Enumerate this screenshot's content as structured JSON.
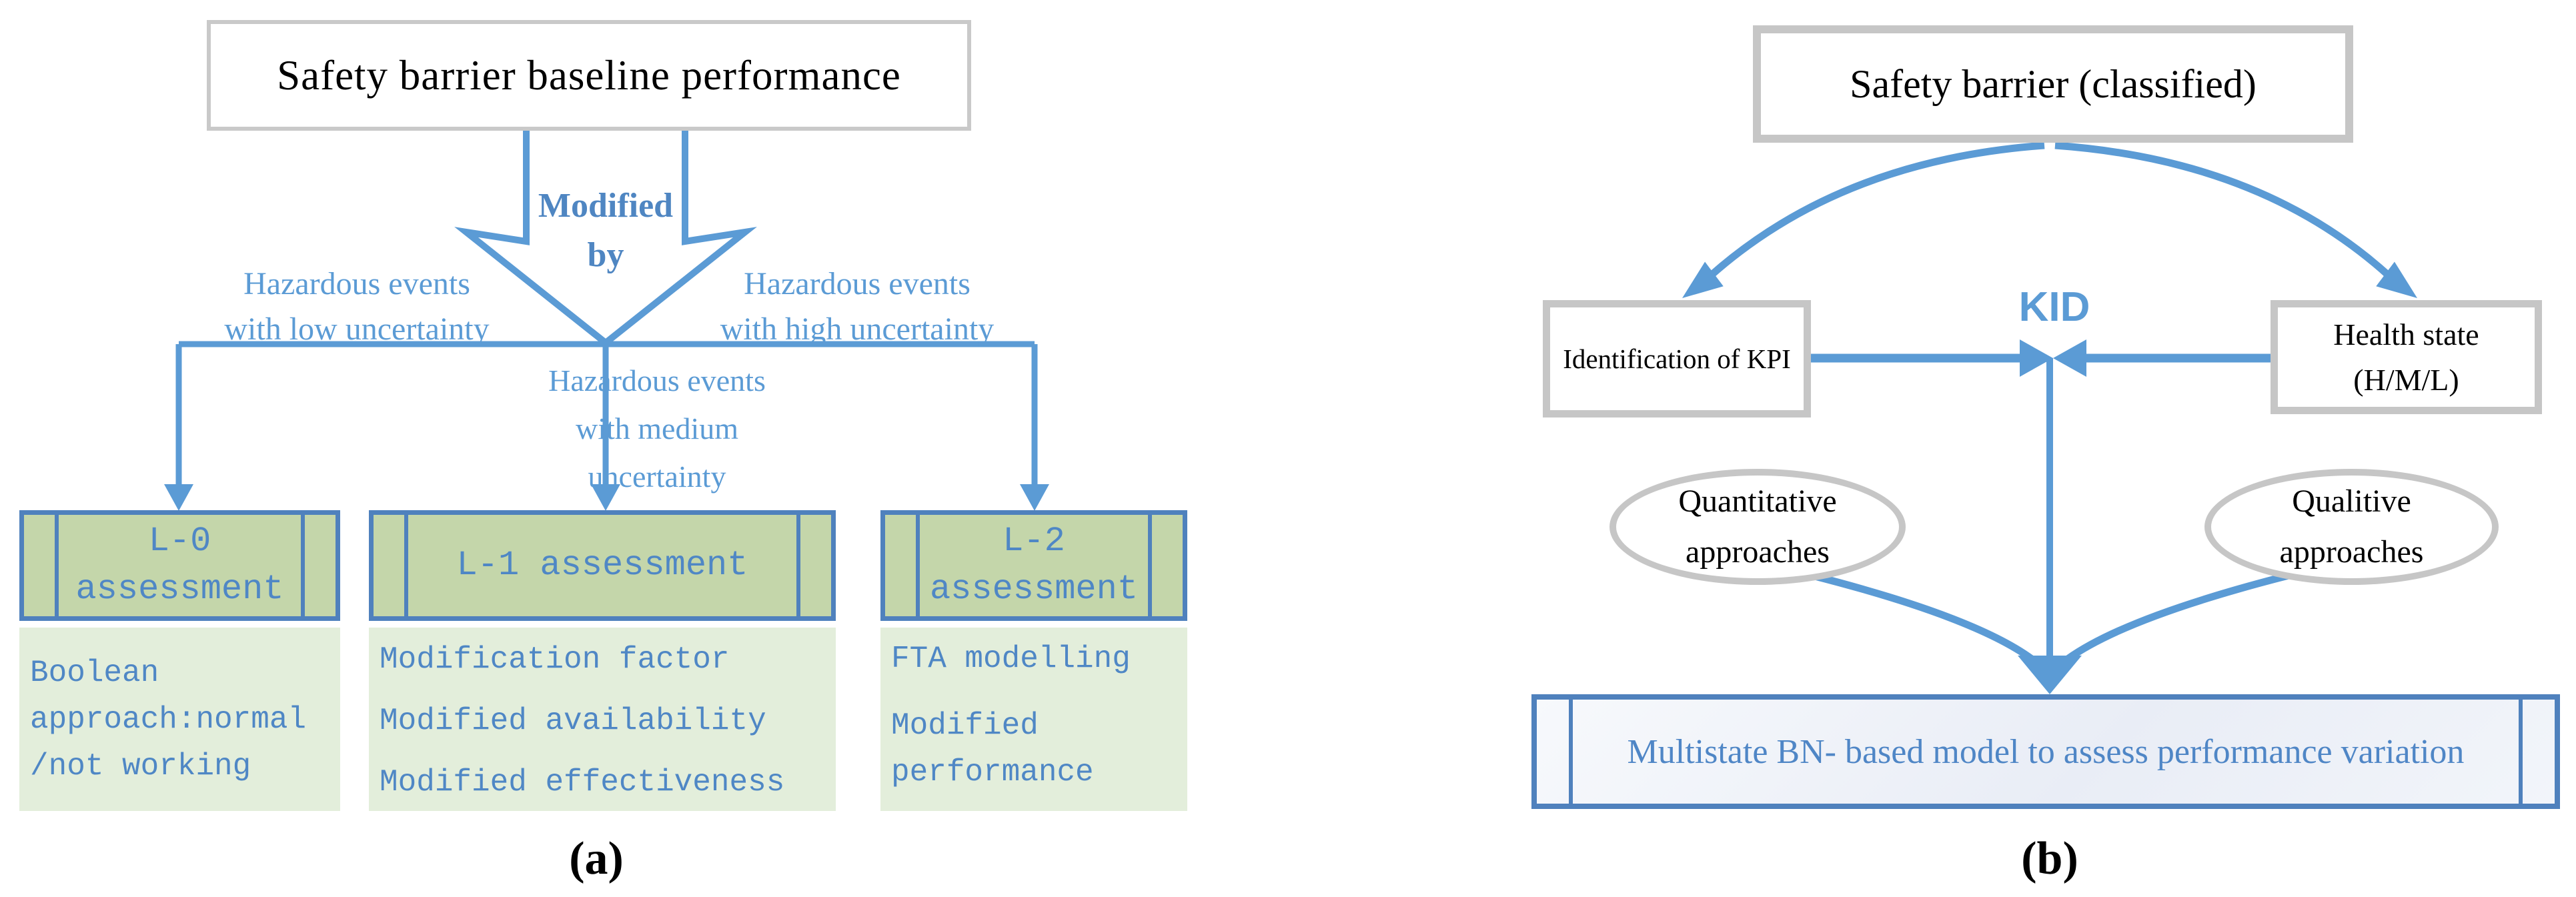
{
  "figure": {
    "caption_a": "(a)",
    "caption_b": "(b)"
  },
  "panel_a": {
    "top_box_label": "Safety barrier baseline performance",
    "funnel_label": {
      "line1": "Modified",
      "line2": "by"
    },
    "branch_labels": {
      "left": {
        "line1": "Hazardous events",
        "line2": "with low uncertainty"
      },
      "right": {
        "line1": "Hazardous events",
        "line2": "with high uncertainty"
      },
      "middle": {
        "line1": "Hazardous events",
        "line2": "with medium",
        "line3": "uncertainty"
      }
    },
    "assessment_boxes": [
      {
        "title": {
          "line1": "L-0",
          "line2": "assessment"
        },
        "notes": [
          "Boolean",
          "approach:normal",
          "/not working"
        ]
      },
      {
        "title": {
          "line1": "L-1 assessment"
        },
        "notes": [
          "Modification factor",
          "Modified availability",
          "Modified effectiveness"
        ]
      },
      {
        "title": {
          "line1": "L-2",
          "line2": "assessment"
        },
        "notes": [
          "FTA modelling",
          "Modified",
          "performance"
        ]
      }
    ]
  },
  "panel_b": {
    "top_box_label": "Safety barrier (classified)",
    "kid_label": "KID",
    "kpi_box_label": "Identification of KPI",
    "health_box": {
      "line1": "Health state",
      "line2": "(H/M/L)"
    },
    "ellipses": {
      "left": {
        "line1": "Quantitative",
        "line2": "approaches"
      },
      "right": {
        "line1": "Qualitive",
        "line2": "approaches"
      }
    },
    "bottom_box_label": "Multistate BN- based model to assess performance variation"
  },
  "colors": {
    "arrow_blue": "#5b9bd5",
    "box_border_blue": "#4f81bd",
    "blue_text": "#4f87c5",
    "green_fill": "#c4d6aa",
    "light_green_fill": "#e3eedb",
    "gray_border": "#c6c6c6",
    "bottom_box_fill": "#edf1f8"
  }
}
